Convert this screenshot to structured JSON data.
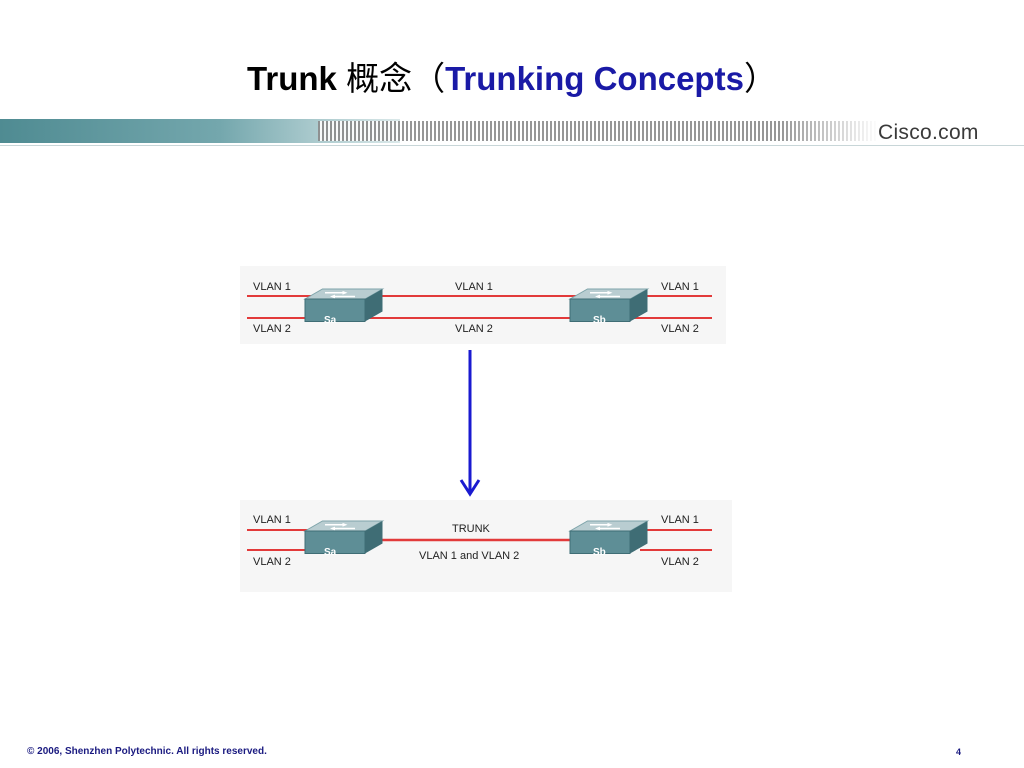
{
  "slide": {
    "title_prefix": "Trunk ",
    "title_cjk": "概念（",
    "title_accent": "Trunking Concepts",
    "title_suffix": "）",
    "brand": "Cisco.com",
    "footer": "© 2006,  Shenzhen Polytechnic. All rights reserved.",
    "page_number": "4"
  },
  "top_diagram": {
    "left_vlan1": "VLAN 1",
    "left_vlan2": "VLAN 2",
    "mid_vlan1": "VLAN 1",
    "mid_vlan2": "VLAN 2",
    "right_vlan1": "VLAN 1",
    "right_vlan2": "VLAN 2",
    "switch_a": "Sa",
    "switch_b": "Sb"
  },
  "bottom_diagram": {
    "left_vlan1": "VLAN 1",
    "left_vlan2": "VLAN 2",
    "trunk_label": "TRUNK",
    "trunk_sub": "VLAN 1 and VLAN 2",
    "right_vlan1": "VLAN 1",
    "right_vlan2": "VLAN 2",
    "switch_a": "Sa",
    "switch_b": "Sb"
  },
  "colors": {
    "vlan_line": "#e23a3a",
    "arrow": "#1a1ad0",
    "switch_top": "#b9cdd1",
    "switch_front": "#5e8e96",
    "switch_side": "#3f6d75"
  }
}
